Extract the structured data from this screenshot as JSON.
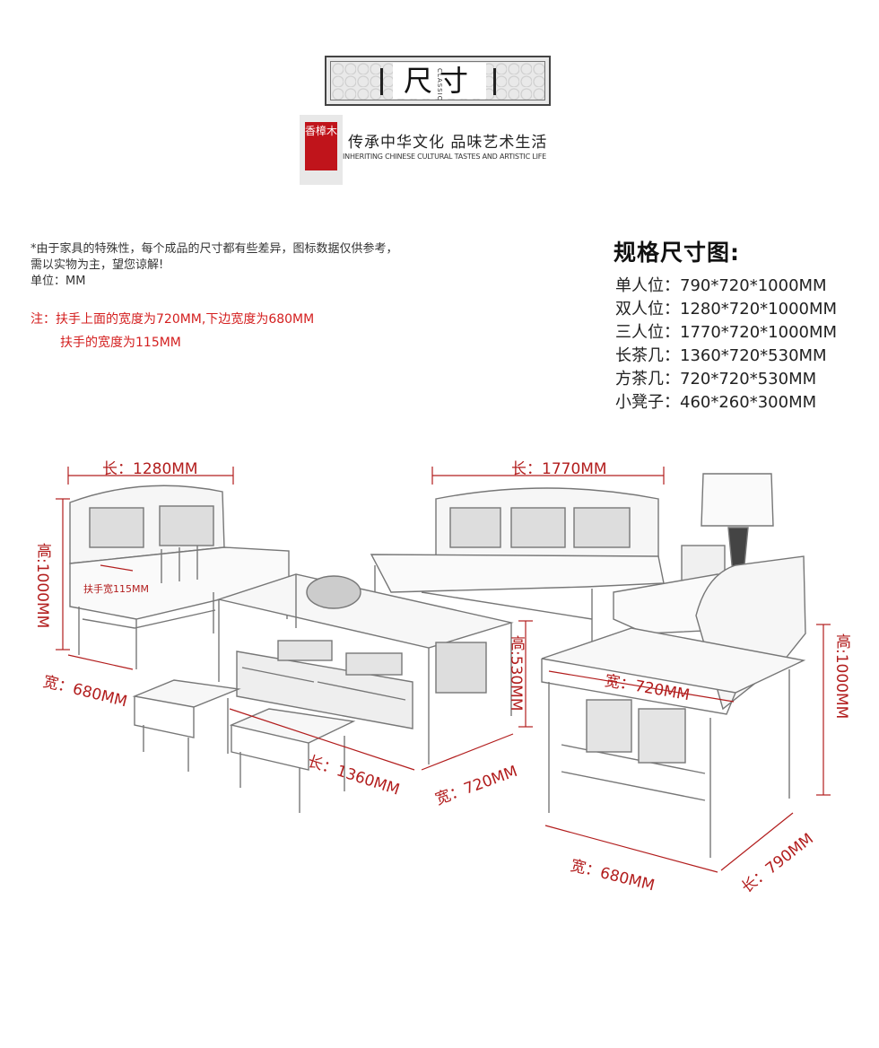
{
  "banner": {
    "title": "尺寸",
    "sub": "CLASSIC"
  },
  "logo": {
    "seal_text": "香樟木"
  },
  "slogan": {
    "cn": "传承中华文化 品味艺术生活",
    "en": "INHERITING CHINESE CULTURAL TASTES AND ARTISTIC LIFE"
  },
  "notes": {
    "line1": "*由于家具的特殊性，每个成品的尺寸都有些差异，图标数据仅供参考，",
    "line2": "需以实物为主，望您谅解!",
    "line3": "单位：MM"
  },
  "red_notes": {
    "line1": "注：扶手上面的宽度为720MM,下边宽度为680MM",
    "line2": "扶手的宽度为115MM"
  },
  "spec": {
    "title": "规格尺寸图:",
    "items": [
      "单人位：790*720*1000MM",
      "双人位：1280*720*1000MM",
      "三人位：1770*720*1000MM",
      "长茶几：1360*720*530MM",
      "方茶几：720*720*530MM",
      "小凳子：460*260*300MM"
    ]
  },
  "dimensions": {
    "double_length": "长：1280MM",
    "double_height": "高:1000MM",
    "double_armrest": "扶手宽115MM",
    "double_width": "宽：680MM",
    "triple_length": "长：1770MM",
    "table_height": "高:530MM",
    "table_length": "长：1360MM",
    "table_width": "宽：720MM",
    "single_top_width": "宽：720MM",
    "single_height": "高:1000MM",
    "single_width": "宽：680MM",
    "single_length": "长：790MM"
  },
  "colors": {
    "accent_red": "#d42020",
    "dimension_red": "#b21d1d",
    "seal_red": "#c0141b"
  }
}
